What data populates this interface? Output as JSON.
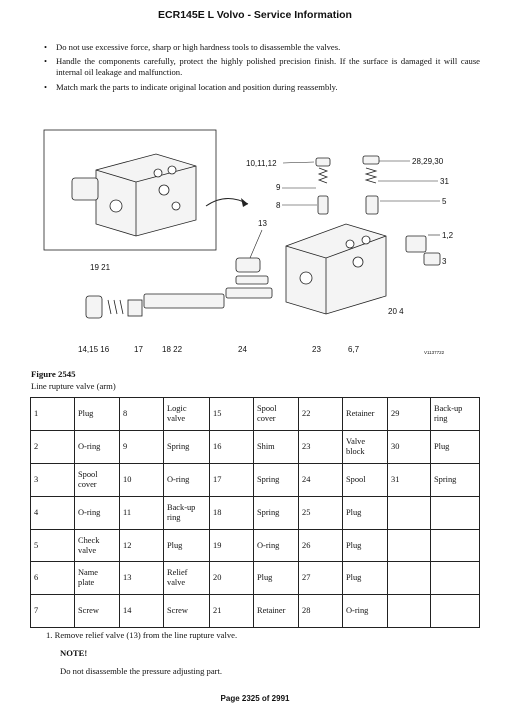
{
  "header": {
    "title": "ECR145E L Volvo - Service Information"
  },
  "bullets": [
    "Do not use excessive force, sharp or high hardness tools to disassemble the valves.",
    "Handle the components carefully, protect the highly polished precision finish. If the surface is damaged it will cause internal oil leakage and malfunction.",
    "Match mark the parts to indicate original location and position during reassembly."
  ],
  "figure": {
    "callouts": {
      "c10_11_12": "10,11,12",
      "c9": "9",
      "c8": "8",
      "c28_29_30": "28,29,30",
      "c31": "31",
      "c5": "5",
      "c1_2": "1,2",
      "c3": "3",
      "c13": "13",
      "c19_21": "19 21",
      "c20_4": "20 4",
      "c14_15_16": "14,15 16",
      "c17": "17",
      "c18_22": "18 22",
      "c24": "24",
      "c23": "23",
      "c6_7": "6,7"
    },
    "image_code": "V1137722",
    "title": "Figure 2545",
    "caption": "Line rupture valve (arm)"
  },
  "parts_table": [
    [
      "1",
      "Plug",
      "8",
      "Logic valve",
      "15",
      "Spool cover",
      "22",
      "Retainer",
      "29",
      "Back-up ring"
    ],
    [
      "2",
      "O-ring",
      "9",
      "Spring",
      "16",
      "Shim",
      "23",
      "Valve block",
      "30",
      "Plug"
    ],
    [
      "3",
      "Spool cover",
      "10",
      "O-ring",
      "17",
      "Spring",
      "24",
      "Spool",
      "31",
      "Spring"
    ],
    [
      "4",
      "O-ring",
      "11",
      "Back-up ring",
      "18",
      "Spring",
      "25",
      "Plug",
      "",
      ""
    ],
    [
      "5",
      "Check valve",
      "12",
      "Plug",
      "19",
      "O-ring",
      "26",
      "Plug",
      "",
      ""
    ],
    [
      "6",
      "Name plate",
      "13",
      "Relief valve",
      "20",
      "Plug",
      "27",
      "Plug",
      "",
      ""
    ],
    [
      "7",
      "Screw",
      "14",
      "Screw",
      "21",
      "Retainer",
      "28",
      "O-ring",
      "",
      ""
    ]
  ],
  "steps": {
    "step1": "1. Remove relief valve (13) from the line rupture valve.",
    "note_title": "NOTE!",
    "note_text": "Do not disassemble the pressure adjusting part."
  },
  "footer": {
    "page": "Page 2325 of 2991"
  }
}
